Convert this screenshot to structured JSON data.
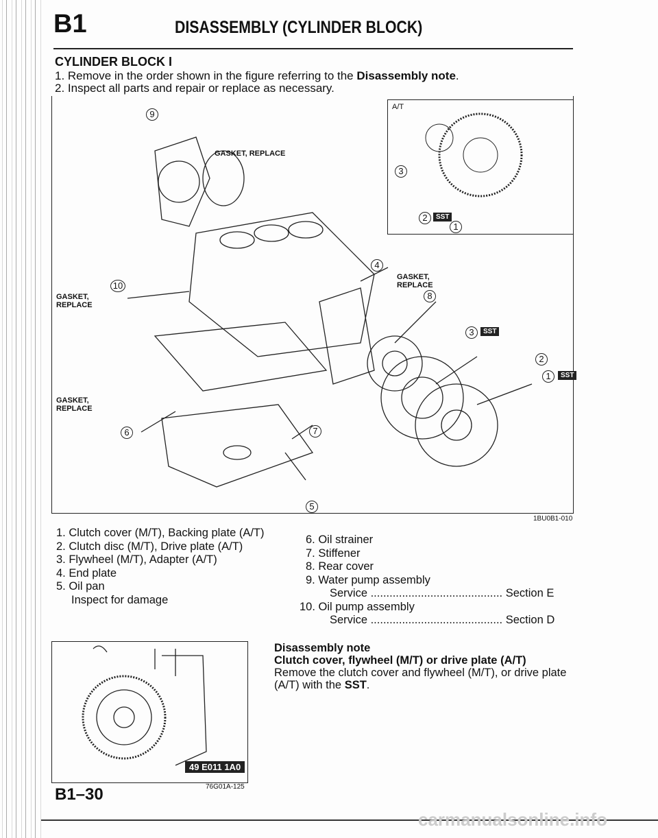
{
  "header": {
    "section": "B1",
    "title": "DISASSEMBLY (CYLINDER BLOCK)"
  },
  "heading": "CYLINDER BLOCK I",
  "steps": [
    {
      "text": "1. Remove in the order shown in the figure referring to the ",
      "bold": "Disassembly note",
      "end": "."
    },
    {
      "text": "2. Inspect all parts and repair or replace as necessary."
    }
  ],
  "diagram": {
    "inset_label": "A/T",
    "gasket": "GASKET, REPLACE",
    "gasket_a": "GASKET,",
    "gasket_b": "REPLACE",
    "sst": "SST",
    "nums": [
      "1",
      "2",
      "3",
      "4",
      "5",
      "6",
      "7",
      "8",
      "9",
      "10"
    ],
    "code": "1BU0B1-010"
  },
  "parts_left": [
    "1. Clutch cover (M/T), Backing plate (A/T)",
    "2. Clutch disc (M/T), Drive plate (A/T)",
    "3. Flywheel (M/T), Adapter (A/T)",
    "4. End plate",
    "5. Oil pan",
    "Inspect for damage"
  ],
  "parts_right": [
    "6. Oil strainer",
    "7. Stiffener",
    "8. Rear cover",
    "9. Water pump assembly",
    "Service .......................................... Section E",
    "10. Oil pump assembly",
    "Service .......................................... Section D"
  ],
  "note": {
    "title": "Disassembly note",
    "subtitle": "Clutch cover, flywheel (M/T) or drive plate (A/T)",
    "body": "Remove the clutch cover and flywheel (M/T), or drive plate (A/T) with the ",
    "bold": "SST",
    "end": "."
  },
  "figure2": {
    "tool": "49 E011 1A0",
    "code": "76G01A-125"
  },
  "page_number": "B1–30",
  "watermark": "carmanualsonline.info"
}
